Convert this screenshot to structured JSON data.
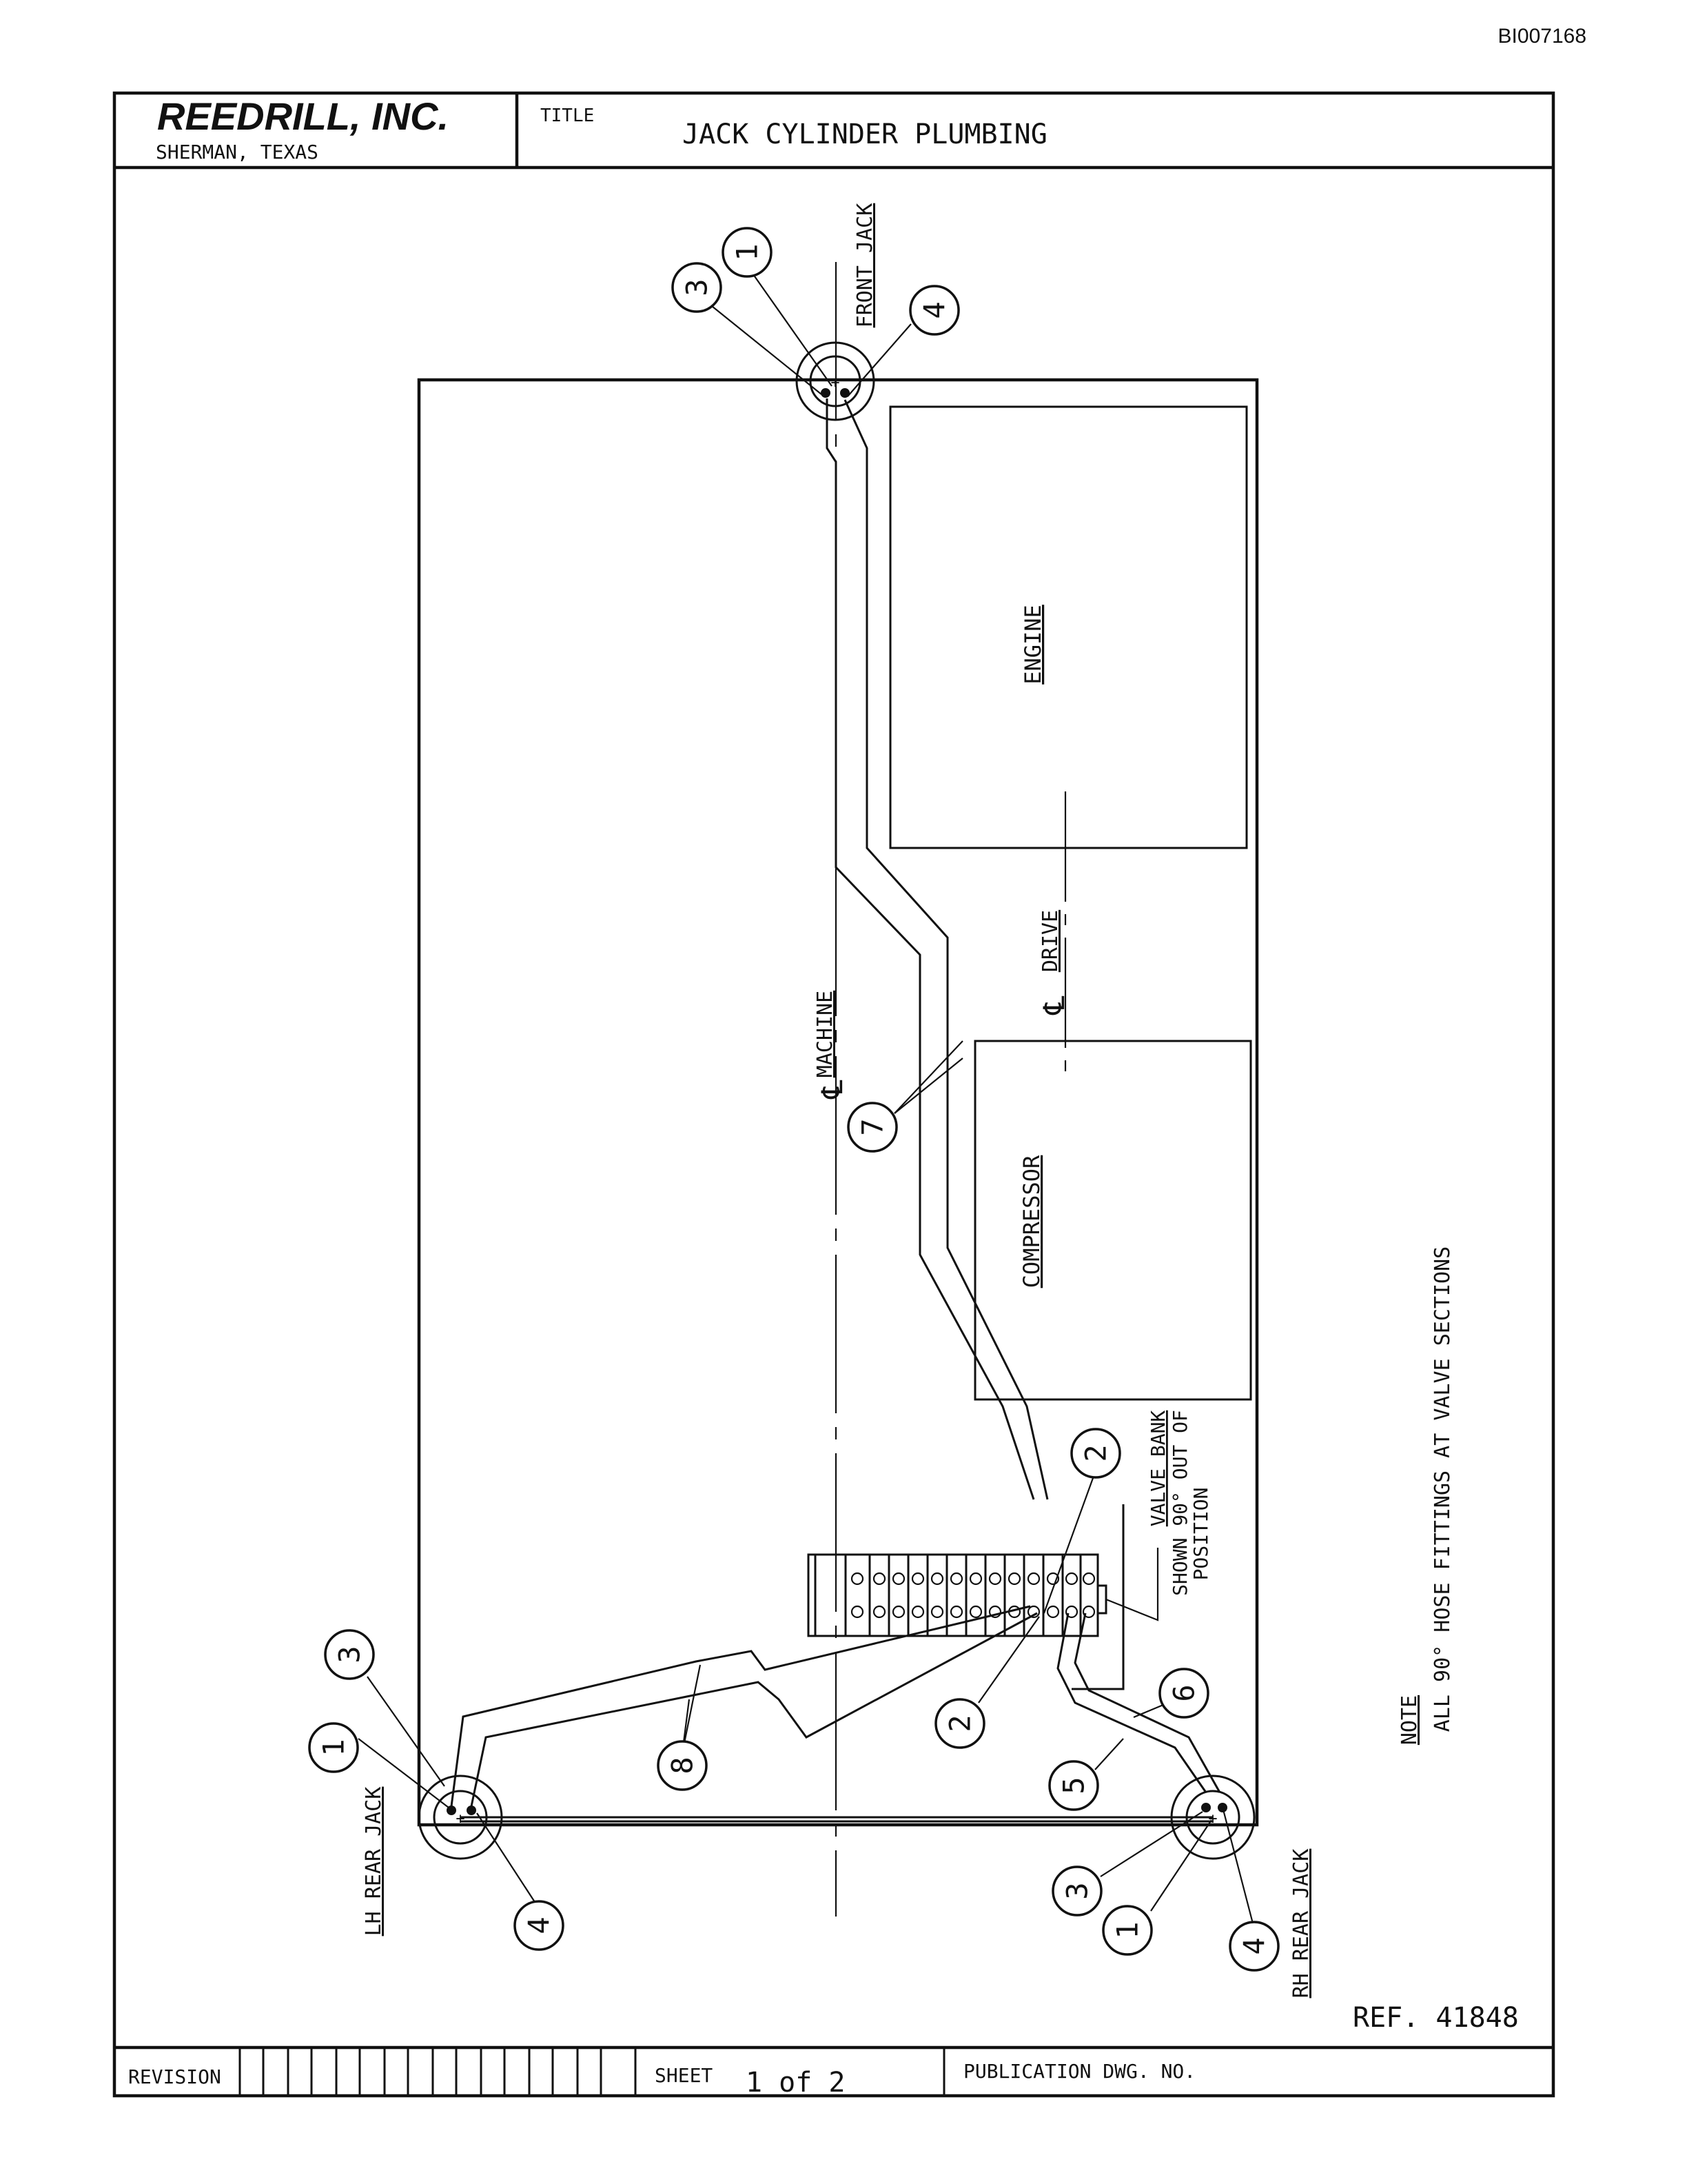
{
  "doc_id": "BI007168",
  "title_block": {
    "company": "REEDRILL, INC.",
    "location": "SHERMAN, TEXAS",
    "title_label": "TITLE",
    "title": "JACK CYLINDER PLUMBING"
  },
  "labels": {
    "front_jack": "FRONT JACK",
    "lh_rear_jack": "LH REAR JACK",
    "rh_rear_jack": "RH REAR JACK",
    "engine": "ENGINE",
    "compressor": "COMPRESSOR",
    "drive": "DRIVE",
    "drive_cl": "℄",
    "machine": "MACHINE",
    "machine_cl": "℄",
    "valve_bank_1": "VALVE BANK",
    "valve_bank_2": "SHOWN 90° OUT OF",
    "valve_bank_3": "POSITION"
  },
  "note": {
    "heading": "NOTE",
    "text": "ALL 90° HOSE FITTINGS AT VALVE SECTIONS"
  },
  "callouts": {
    "front_3": "3",
    "front_1": "1",
    "front_4": "4",
    "item_7": "7",
    "valve_2_top": "2",
    "valve_2_bottom": "2",
    "item_6": "6",
    "item_5": "5",
    "item_8": "8",
    "lh_3": "3",
    "lh_1": "1",
    "lh_4": "4",
    "rh_3": "3",
    "rh_1": "1",
    "rh_4": "4"
  },
  "ref": "REF. 41848",
  "footer": {
    "revision_label": "REVISION",
    "sheet_label": "SHEET",
    "sheet_value": "1 of 2",
    "publication_label": "PUBLICATION DWG. NO."
  }
}
